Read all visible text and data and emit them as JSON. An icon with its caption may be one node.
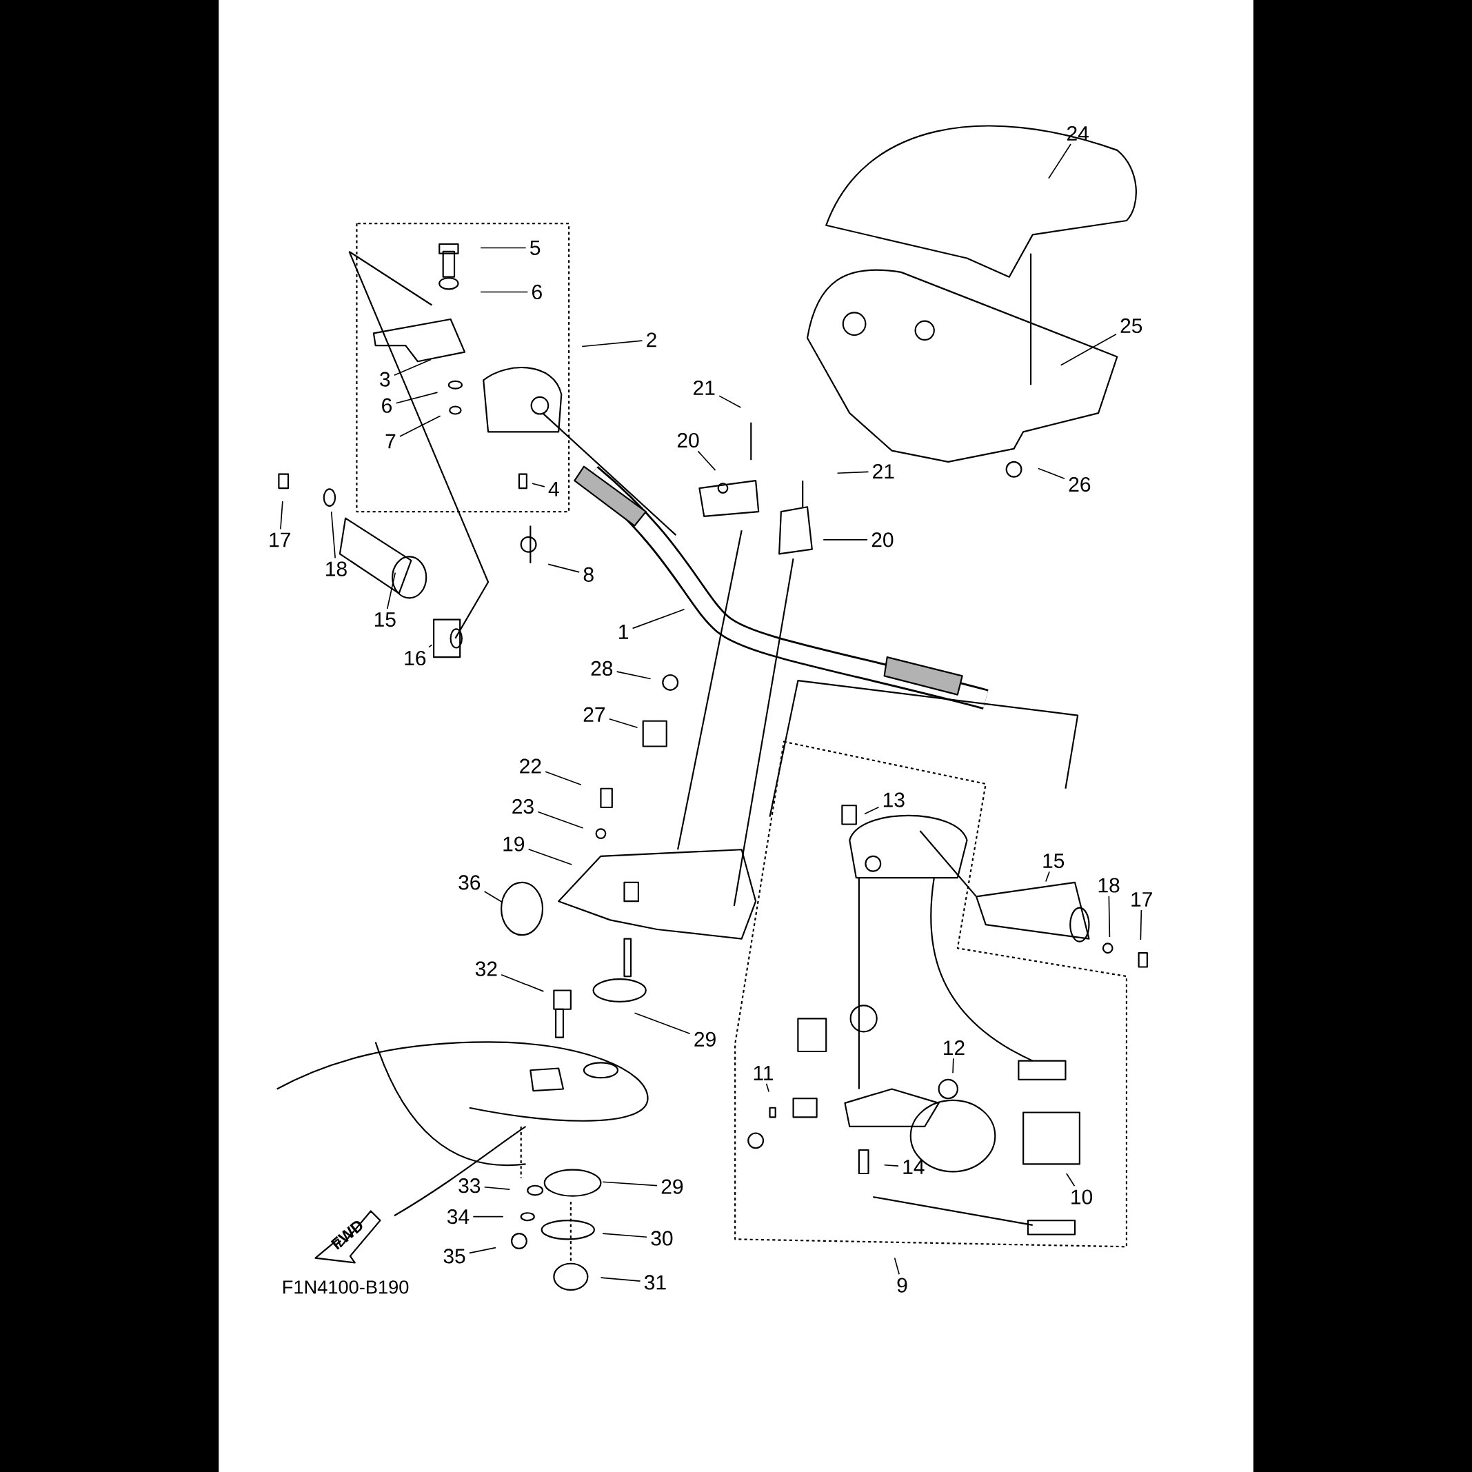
{
  "diagram": {
    "nodes": [
      {
        "text": [
          "5"
        ]
      },
      {
        "text": [
          "6"
        ]
      },
      {
        "text": [
          "2"
        ]
      },
      {
        "text": [
          "3"
        ]
      },
      {
        "text": [
          "6"
        ]
      },
      {
        "text": [
          "7"
        ]
      },
      {
        "text": [
          "4"
        ]
      },
      {
        "text": [
          "8"
        ]
      },
      {
        "text": [
          "17"
        ]
      },
      {
        "text": [
          "18"
        ]
      },
      {
        "text": [
          "15"
        ]
      },
      {
        "text": [
          "16"
        ]
      },
      {
        "text": [
          "21"
        ]
      },
      {
        "text": [
          "20"
        ]
      },
      {
        "text": [
          "21"
        ]
      },
      {
        "text": [
          "20"
        ]
      },
      {
        "text": [
          "24"
        ]
      },
      {
        "text": [
          "25"
        ]
      },
      {
        "text": [
          "26"
        ]
      },
      {
        "text": [
          "1"
        ]
      },
      {
        "text": [
          "28"
        ]
      },
      {
        "text": [
          "27"
        ]
      },
      {
        "text": [
          "22"
        ]
      },
      {
        "text": [
          "23"
        ]
      },
      {
        "text": [
          "19"
        ]
      },
      {
        "text": [
          "36"
        ]
      },
      {
        "text": [
          "32"
        ]
      },
      {
        "text": [
          "29"
        ]
      },
      {
        "text": [
          "13"
        ]
      },
      {
        "text": [
          "15"
        ]
      },
      {
        "text": [
          "18"
        ]
      },
      {
        "text": [
          "17"
        ]
      },
      {
        "text": [
          "12"
        ]
      },
      {
        "text": [
          "11"
        ]
      },
      {
        "text": [
          "14"
        ]
      },
      {
        "text": [
          "10"
        ]
      },
      {
        "text": [
          "9"
        ]
      },
      {
        "text": [
          "33"
        ]
      },
      {
        "text": [
          "29"
        ]
      },
      {
        "text": [
          "34"
        ]
      },
      {
        "text": [
          "30"
        ]
      },
      {
        "text": [
          "35"
        ]
      },
      {
        "text": [
          "31"
        ]
      }
    ],
    "edges": [
      {
        "from": 0,
        "to": null,
        "arrow": "none"
      },
      {
        "from": 1,
        "to": null,
        "arrow": "none"
      },
      {
        "from": 2,
        "to": null,
        "arrow": "none"
      },
      {
        "from": 3,
        "to": null,
        "arrow": "none"
      },
      {
        "from": 4,
        "to": null,
        "arrow": "none"
      },
      {
        "from": 5,
        "to": null,
        "arrow": "none"
      },
      {
        "from": 6,
        "to": null,
        "arrow": "none"
      },
      {
        "from": 7,
        "to": null,
        "arrow": "none"
      },
      {
        "from": 8,
        "to": null,
        "arrow": "none"
      },
      {
        "from": 9,
        "to": null,
        "arrow": "none"
      },
      {
        "from": 10,
        "to": null,
        "arrow": "none"
      },
      {
        "from": 11,
        "to": null,
        "arrow": "none"
      },
      {
        "from": 12,
        "to": null,
        "arrow": "none"
      },
      {
        "from": 13,
        "to": null,
        "arrow": "none"
      },
      {
        "from": 14,
        "to": null,
        "arrow": "none"
      },
      {
        "from": 15,
        "to": null,
        "arrow": "none"
      },
      {
        "from": 16,
        "to": null,
        "arrow": "none"
      },
      {
        "from": 17,
        "to": null,
        "arrow": "none"
      },
      {
        "from": 18,
        "to": null,
        "arrow": "none"
      },
      {
        "from": 19,
        "to": null,
        "arrow": "none"
      },
      {
        "from": 20,
        "to": null,
        "arrow": "none"
      },
      {
        "from": 21,
        "to": null,
        "arrow": "none"
      },
      {
        "from": 22,
        "to": null,
        "arrow": "none"
      },
      {
        "from": 23,
        "to": null,
        "arrow": "none"
      },
      {
        "from": 24,
        "to": null,
        "arrow": "none"
      },
      {
        "from": 25,
        "to": null,
        "arrow": "none"
      },
      {
        "from": 26,
        "to": null,
        "arrow": "none"
      },
      {
        "from": 27,
        "to": null,
        "arrow": "none"
      },
      {
        "from": 28,
        "to": null,
        "arrow": "none"
      },
      {
        "from": 29,
        "to": null,
        "arrow": "none"
      },
      {
        "from": 30,
        "to": null,
        "arrow": "none"
      },
      {
        "from": 31,
        "to": null,
        "arrow": "none"
      },
      {
        "from": 32,
        "to": null,
        "arrow": "none"
      },
      {
        "from": 33,
        "to": null,
        "arrow": "none"
      },
      {
        "from": 34,
        "to": null,
        "arrow": "none"
      },
      {
        "from": 35,
        "to": null,
        "arrow": "none"
      },
      {
        "from": 36,
        "to": null,
        "arrow": "none"
      },
      {
        "from": 37,
        "to": null,
        "arrow": "none"
      },
      {
        "from": 38,
        "to": null,
        "arrow": "none"
      },
      {
        "from": 39,
        "to": null,
        "arrow": "none"
      },
      {
        "from": 40,
        "to": null,
        "arrow": "none"
      },
      {
        "from": 41,
        "to": null,
        "arrow": "none"
      },
      {
        "from": 42,
        "to": null,
        "arrow": "none"
      }
    ],
    "labels": [
      "FWD",
      "F1N4100-B190"
    ]
  }
}
